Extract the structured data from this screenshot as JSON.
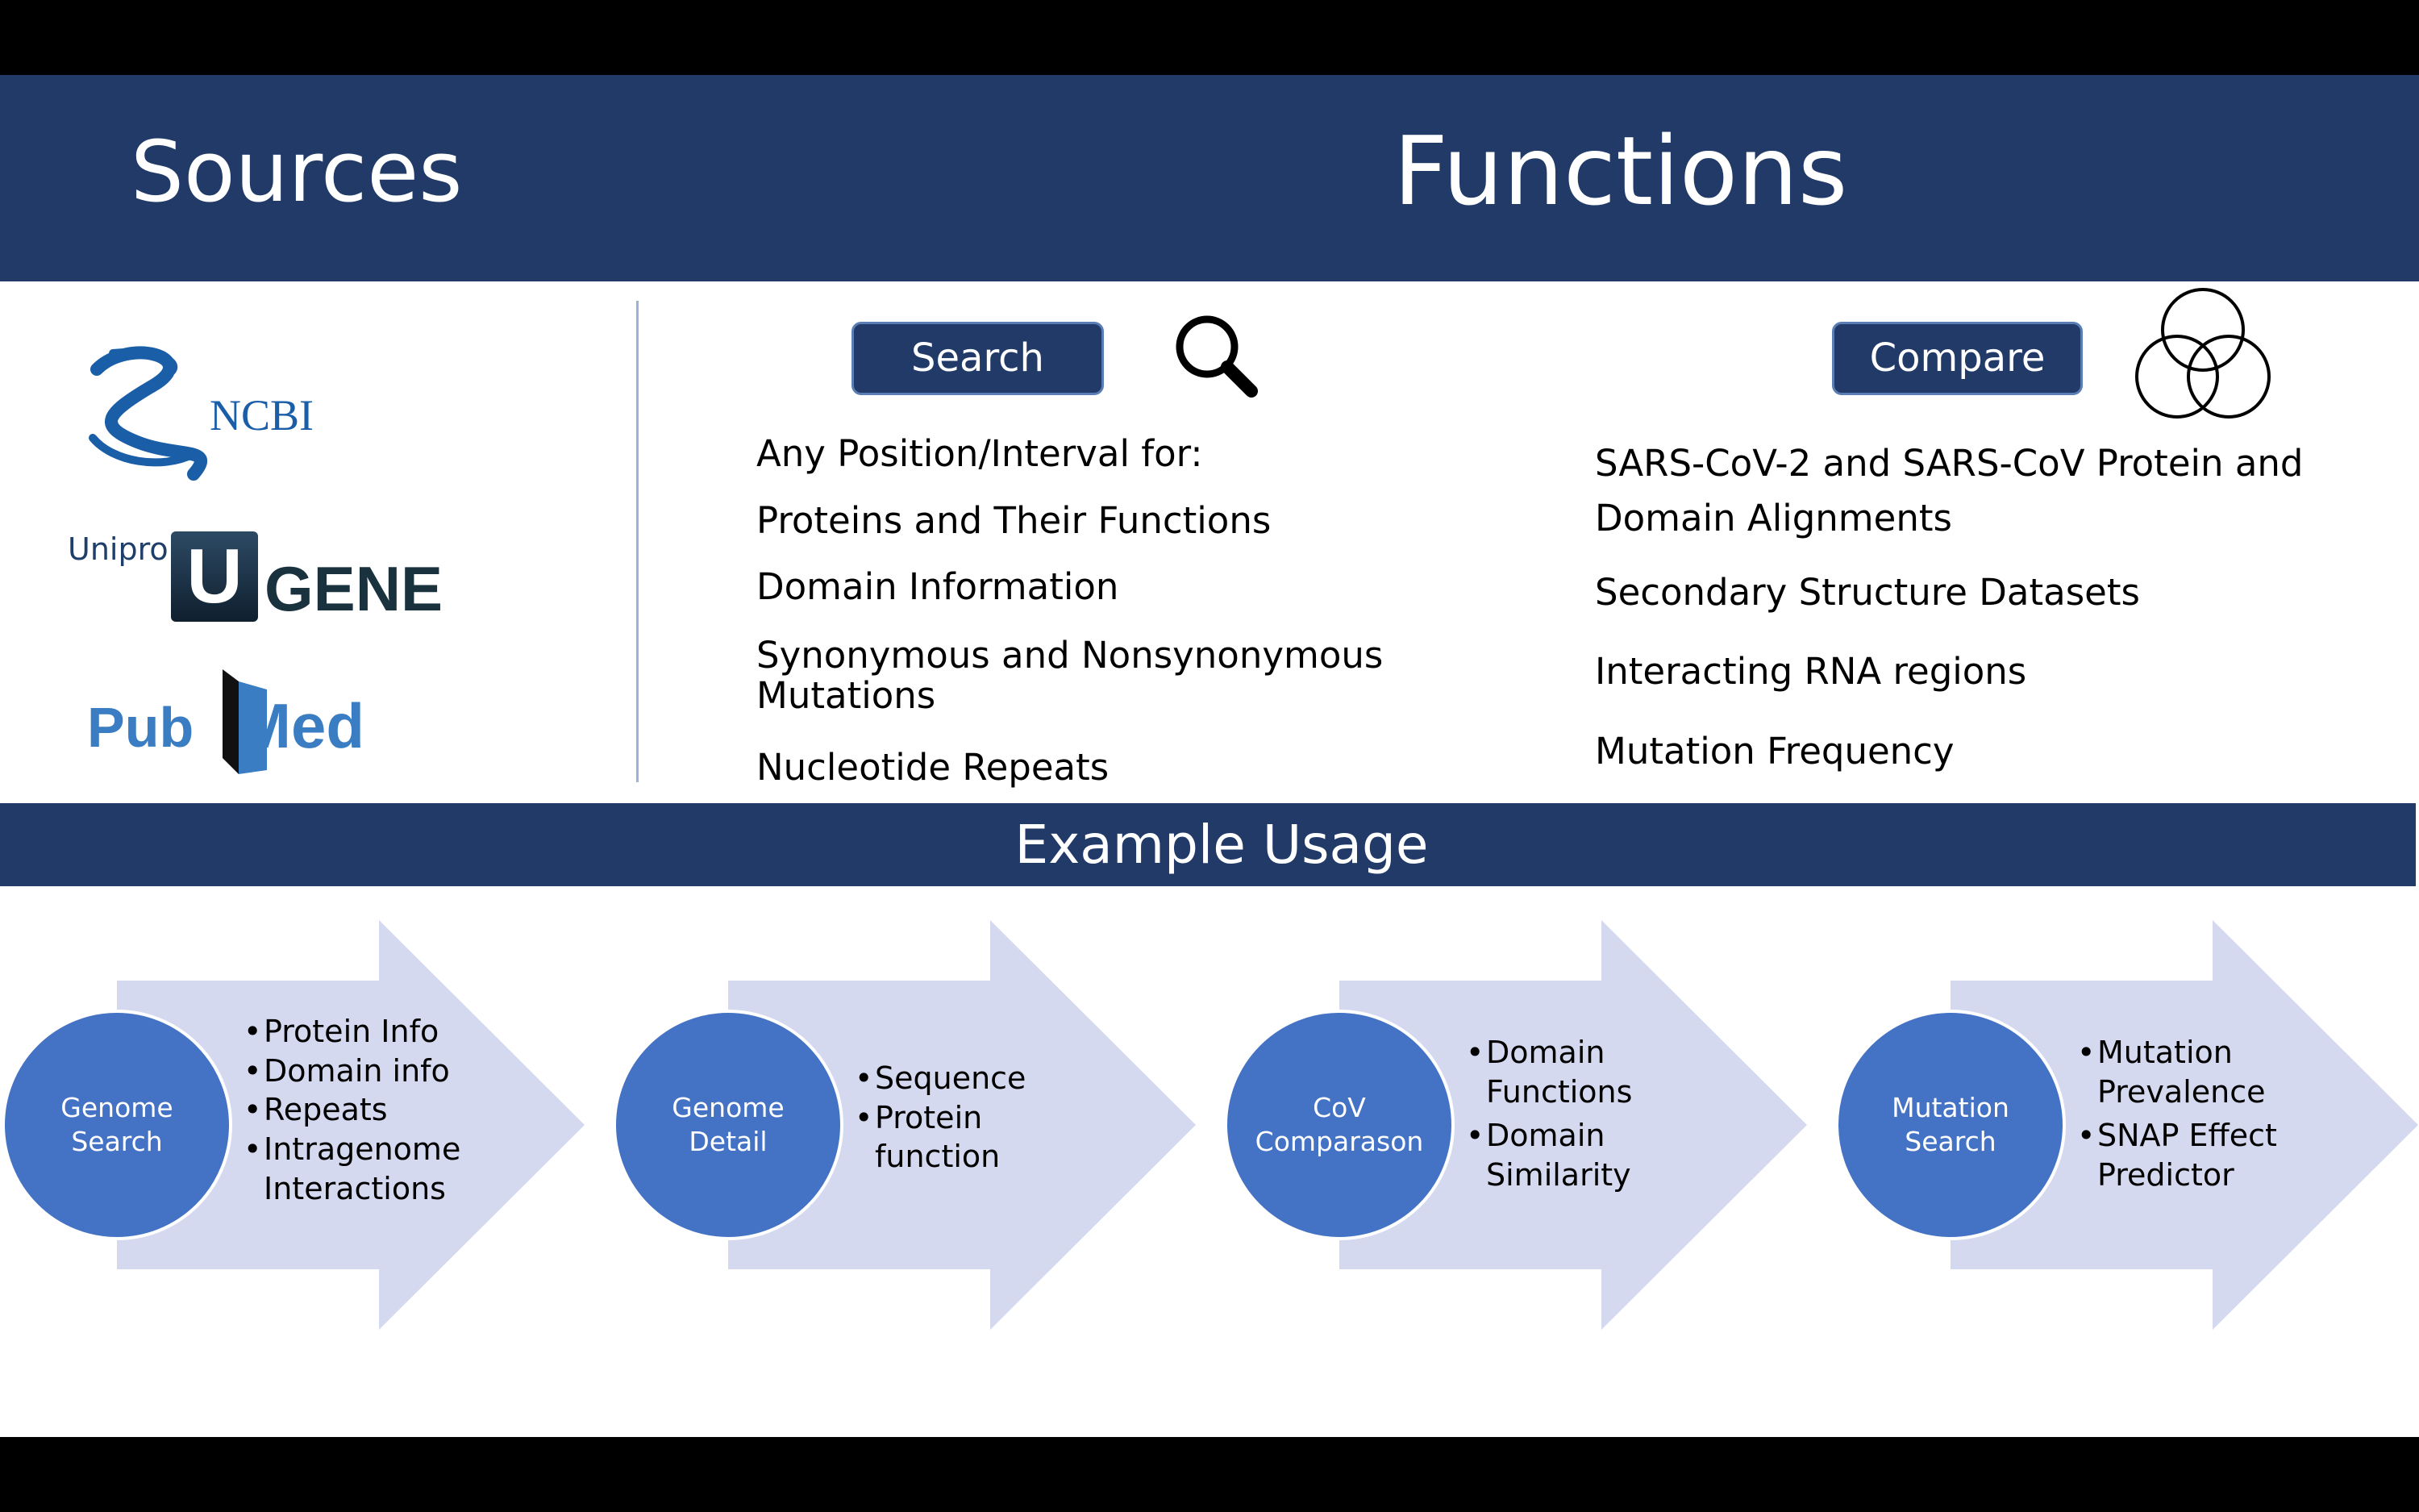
{
  "headings": {
    "sources": "Sources",
    "functions": "Functions",
    "example_usage": "Example Usage"
  },
  "sources": {
    "ncbi": "NCBI",
    "ugene_prefix": "Unipro",
    "ugene_u": "U",
    "ugene_name": "GENE",
    "pubmed_pub": "Pub",
    "pubmed_med": "Med"
  },
  "search": {
    "button_label": "Search",
    "items": [
      "Any Position/Interval for:",
      "Proteins and Their Functions",
      "Domain Information",
      "Synonymous and Nonsynonymous Mutations",
      "Nucleotide Repeats"
    ]
  },
  "compare": {
    "button_label": "Compare",
    "items": [
      "SARS-CoV-2 and SARS-CoV Protein and Domain Alignments",
      "Secondary Structure Datasets",
      "Interacting RNA regions",
      "Mutation Frequency"
    ]
  },
  "examples": [
    {
      "label_lines": [
        "Genome",
        "Search"
      ],
      "bullets": [
        "Protein Info",
        "Domain info",
        "Repeats",
        "Intragenome Interactions"
      ]
    },
    {
      "label_lines": [
        "Genome",
        "Detail"
      ],
      "bullets": [
        "Sequence",
        "Protein function"
      ]
    },
    {
      "label_lines": [
        "CoV",
        "Comparason"
      ],
      "bullets": [
        "Domain Functions",
        "Domain Similarity"
      ]
    },
    {
      "label_lines": [
        "Mutation",
        "Search"
      ],
      "bullets": [
        "Mutation Prevalence",
        "SNAP Effect Predictor"
      ]
    }
  ],
  "colors": {
    "band": "#223a68",
    "circle": "#4472c4",
    "arrow": "#d4d9ef",
    "ncbi_blue": "#1a5ea8",
    "pubmed_blue": "#3b7dc2"
  },
  "icons": {
    "search": "magnifier-icon",
    "compare": "venn-diagram-icon"
  }
}
